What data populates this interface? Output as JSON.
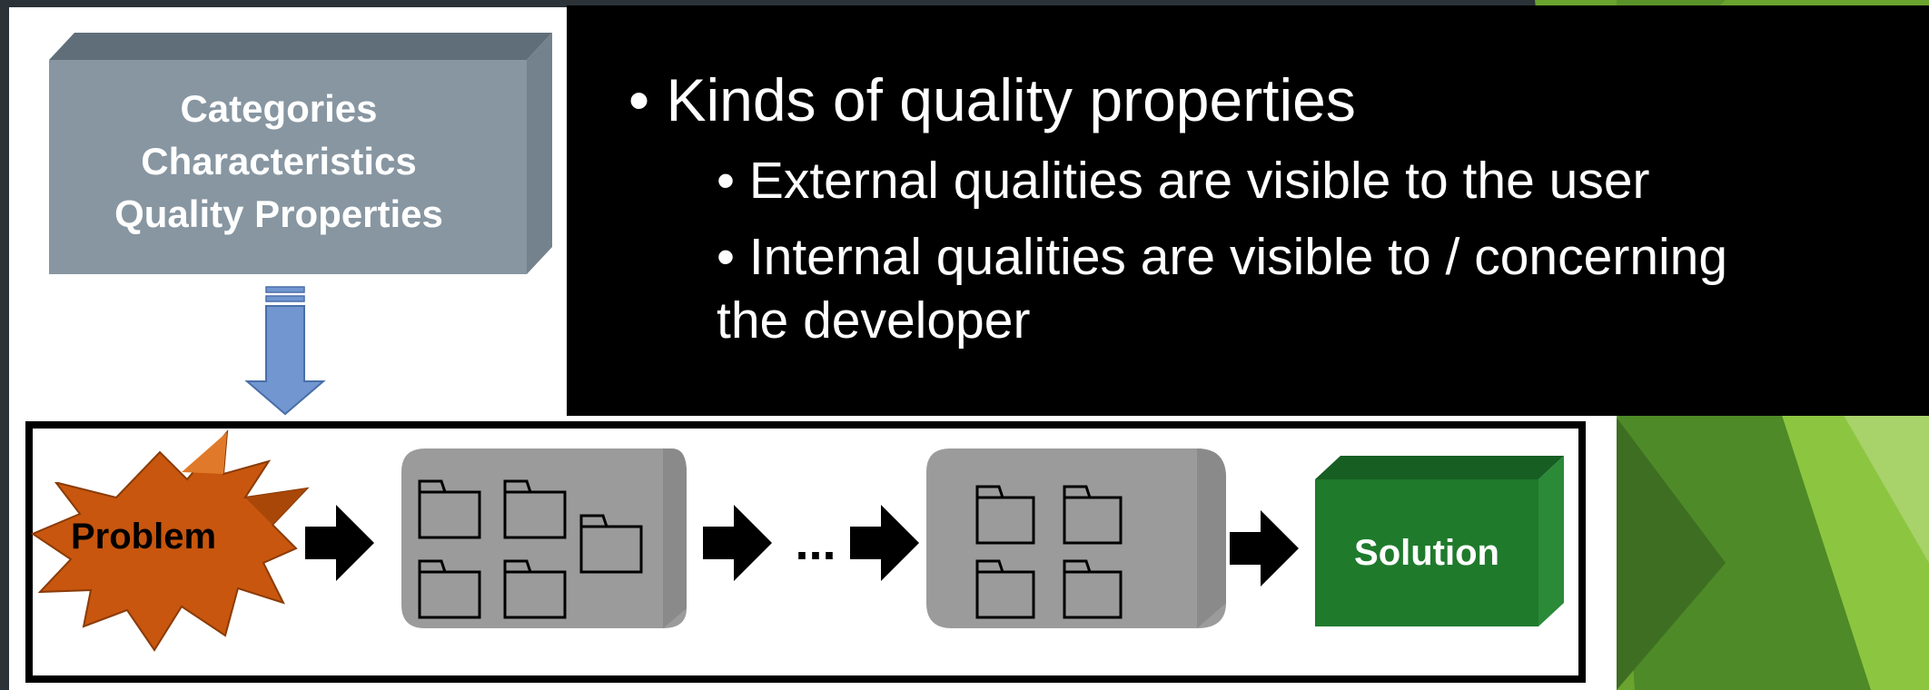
{
  "slide": {
    "bullets": {
      "heading": "Kinds of quality properties",
      "external": "External qualities are visible to the user",
      "internal_line1": "Internal qualities are visible to / concerning",
      "internal_line2": "the developer"
    },
    "bullet_glyph": "•"
  },
  "diagram": {
    "box_lines": [
      "Categories",
      "Characteristics",
      "Quality Properties"
    ],
    "problem_label": "Problem",
    "ellipsis": "...",
    "solution_label": "Solution",
    "colors": {
      "box_face": "#8796a1",
      "box_top": "#5f6e79",
      "box_side": "#73828d",
      "arrow_blue": "#7196d0",
      "problem_orange": "#c8560e",
      "solution_green": "#1f7a2c",
      "module_gray": "#9b9b9b"
    },
    "icons": [
      "down-arrow-icon",
      "right-arrow-icon",
      "folder-icon",
      "burst-icon",
      "solid-box-icon"
    ]
  }
}
